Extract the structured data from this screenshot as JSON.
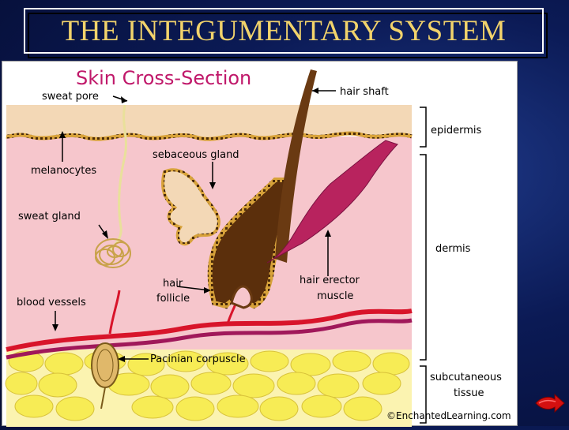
{
  "slide": {
    "title": "THE  INTEGUMENTARY SYSTEM"
  },
  "diagram": {
    "heading": "Skin Cross-Section",
    "labels": {
      "sweat_pore": "sweat pore",
      "hair_shaft": "hair shaft",
      "epidermis": "epidermis",
      "sebaceous_gland": "sebaceous gland",
      "melanocytes": "melanocytes",
      "sweat_gland": "sweat gland",
      "dermis": "dermis",
      "hair_follicle_line1": "hair",
      "hair_follicle_line2": "follicle",
      "hair_erector_line1": "hair erector",
      "hair_erector_line2": "muscle",
      "blood_vessels": "blood vessels",
      "pacinian_corpuscle": "Pacinian corpuscle",
      "subcutaneous_line1": "subcutaneous",
      "subcutaneous_line2": "tissue"
    },
    "credit": "©EnchantedLearning.com"
  },
  "colors": {
    "title_text": "#f2d36b",
    "heading": "#c0186a",
    "epidermis": "#f3d8b6",
    "dermis": "#f6c6cc",
    "fat": "#f7ec55",
    "hair": "#6a3a12",
    "muscle": "#b8235e",
    "vessel": "#d8142a"
  },
  "navigation": {
    "next_icon": "red-arrow-icon"
  }
}
